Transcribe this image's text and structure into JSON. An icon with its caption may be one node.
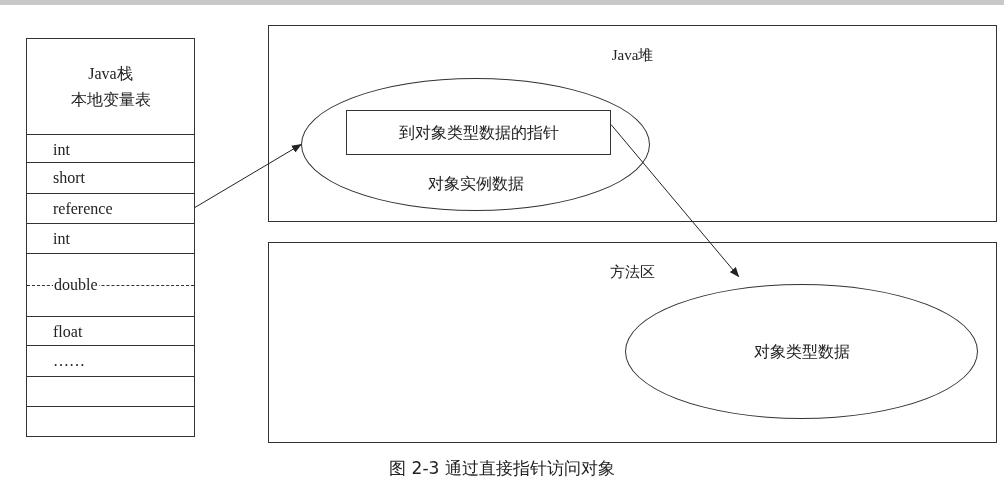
{
  "diagram": {
    "caption": "图 2-3 通过直接指针访问对象",
    "nodes": [
      {
        "text": [
          "Java栈",
          "本地变量表"
        ]
      },
      {
        "text": [
          "int"
        ],
        "in": 0
      },
      {
        "text": [
          "short"
        ],
        "in": 0
      },
      {
        "text": [
          "reference"
        ],
        "in": 0
      },
      {
        "text": [
          "int"
        ],
        "in": 0
      },
      {
        "text": [
          "double"
        ],
        "in": 0
      },
      {
        "text": [
          "float"
        ],
        "in": 0
      },
      {
        "text": [
          "……"
        ],
        "in": 0
      },
      {
        "text": [],
        "shape": "box",
        "in": 0
      },
      {
        "text": [],
        "shape": "box",
        "in": 0
      },
      {
        "text": [
          "Java堆"
        ]
      },
      {
        "text": [
          "对象实例数据"
        ],
        "in": 10
      },
      {
        "text": [
          "到对象类型数据的指针"
        ],
        "in": 11
      },
      {
        "text": [
          "方法区"
        ]
      },
      {
        "text": [
          "对象类型数据"
        ],
        "in": 13
      }
    ],
    "edges": [
      {
        "from": 3,
        "to": 11,
        "arrow": "to"
      },
      {
        "from": 12,
        "to": 14,
        "arrow": "to"
      }
    ]
  }
}
